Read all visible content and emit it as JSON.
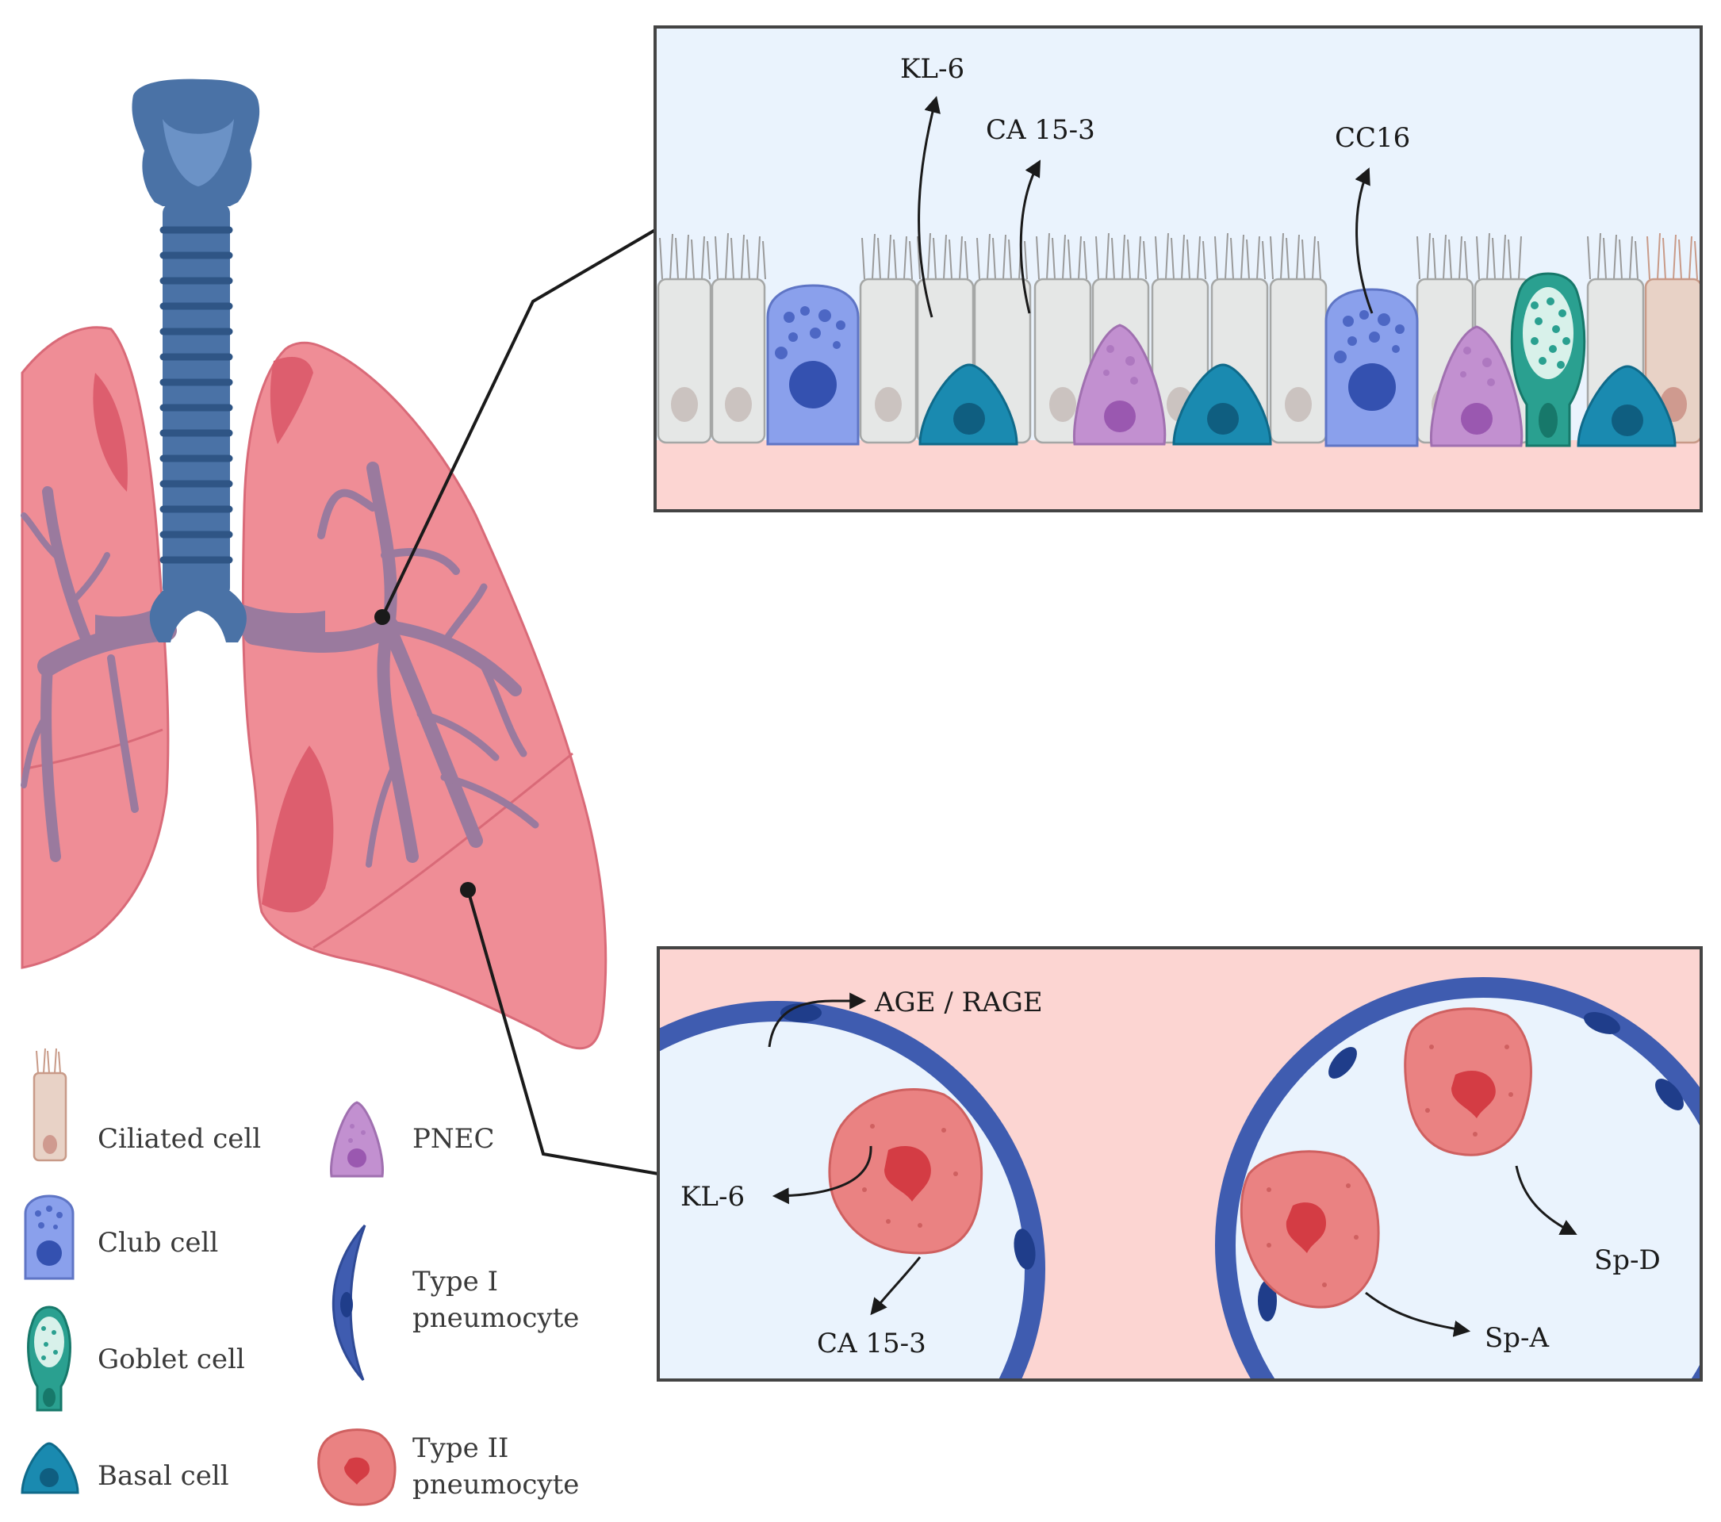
{
  "epithelium_panel": {
    "labels": {
      "kl6": "KL-6",
      "ca153": "CA 15-3",
      "cc16": "CC16"
    }
  },
  "alveolus_panel": {
    "labels": {
      "age_rage": "AGE / RAGE",
      "kl6": "KL-6",
      "ca153": "CA 15-3",
      "spd": "Sp-D",
      "spa": "Sp-A"
    }
  },
  "legend": {
    "ciliated": "Ciliated cell",
    "club": "Club cell",
    "goblet": "Goblet cell",
    "basal": "Basal cell",
    "pnec": "PNEC",
    "type1_line1": "Type I",
    "type1_line2": "pneumocyte",
    "type2_line1": "Type II",
    "type2_line2": "pneumocyte"
  },
  "colors": {
    "trachea": "#4a72a6",
    "lung": "#ef8d96",
    "lung_dark": "#dd5e6e",
    "bronchi": "#9a7a9e",
    "club": "#8aa0ec",
    "basal": "#1a8ab0",
    "pnec": "#c290d0",
    "goblet": "#2aa090",
    "type1": "#3f5cb0",
    "type2": "#ea8282",
    "lumen": "#eaf3fd",
    "tissue": "#fcd5d2"
  }
}
